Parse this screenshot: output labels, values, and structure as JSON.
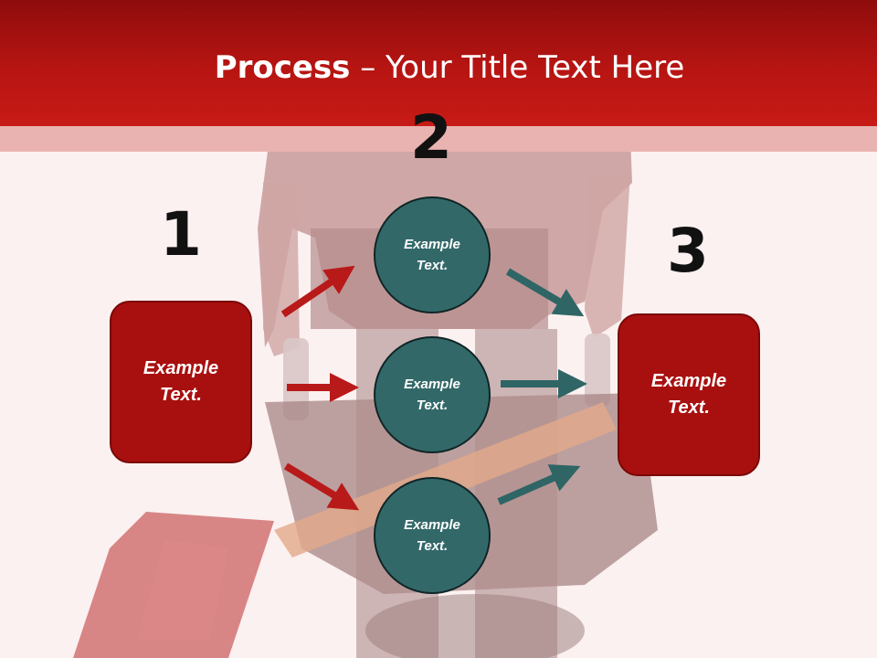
{
  "slide": {
    "title_bold": "Process",
    "title_rest": " – Your Title Text Here",
    "step_numbers": [
      "1",
      "2",
      "3"
    ],
    "left_box": "Example Text.",
    "right_box": "Example Text.",
    "circles": [
      "Example Text.",
      "Example Text.",
      "Example Text."
    ]
  },
  "colors": {
    "header": "#b71512",
    "box": "#a8100f",
    "circle": "#336869",
    "arrow_red": "#b81a19",
    "arrow_teal": "#2f6565"
  }
}
